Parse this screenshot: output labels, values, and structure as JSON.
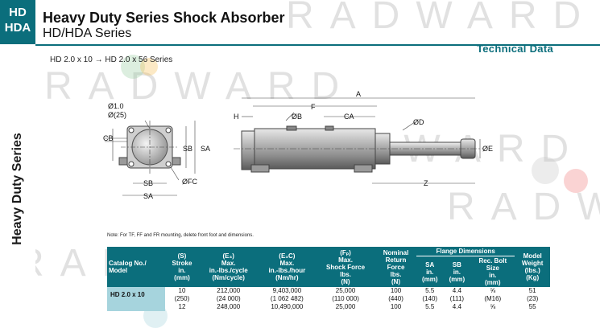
{
  "badge": {
    "line1": "HD",
    "line2": "HDA"
  },
  "header": {
    "title": "Heavy Duty Series Shock Absorber",
    "subtitle": "HD/HDA Series",
    "section": "Technical Data"
  },
  "sidebar": {
    "label": "Heavy Duty Series"
  },
  "series_range": "HD 2.0 x 10 → HD 2.0 x 56 Series",
  "watermark": "RADWARD",
  "drawing": {
    "left_labels": {
      "d1": "Ø1.0",
      "d2": "Ø(25)",
      "cb": "CB",
      "sb": "SB",
      "sa": "SA",
      "fc": "ØFC",
      "sb_bottom": "SB",
      "sa_bottom": "SA"
    },
    "right_labels": {
      "a": "A",
      "f": "F",
      "h": "H",
      "b": "ØB",
      "ca": "CA",
      "d": "ØD",
      "e": "ØE",
      "z": "Z"
    }
  },
  "note": "Note: For TF, FF and FR mounting, delete front foot and dimensions.",
  "table": {
    "group_header": "Flange Dimensions",
    "headers": {
      "model": [
        "Catalog No./",
        "Model"
      ],
      "stroke": [
        "(S)",
        "Stroke",
        "in.",
        "(mm)"
      ],
      "e3": [
        "(E₃)",
        "Max.",
        "in.-lbs./cycle",
        "(Nm/cycle)"
      ],
      "e3c": [
        "(E₃C)",
        "Max.",
        "in.-lbs./hour",
        "(Nm/hr)"
      ],
      "fp": [
        "(Fₚ)",
        "Max.",
        "Shock Force",
        "lbs.",
        "(N)"
      ],
      "nominal": [
        "Nominal",
        "Return",
        "Force",
        "lbs.",
        "(N)"
      ],
      "sa": [
        "SA",
        "in.",
        "(mm)"
      ],
      "sb": [
        "SB",
        "in.",
        "(mm)"
      ],
      "bolt": [
        "Rec. Bolt",
        "Size",
        "in.",
        "(mm)"
      ],
      "weight": [
        "Model",
        "Weight",
        "(lbs.)",
        "(Kg)"
      ]
    },
    "rows": [
      {
        "model": "HD 2.0 x 10",
        "stroke": "10",
        "stroke_mm": "(250)",
        "e3": "212,000",
        "e3_nm": "(24 000)",
        "e3c": "9,403,000",
        "e3c_nm": "(1 062 482)",
        "fp": "25,000",
        "fp_n": "(110 000)",
        "nominal": "100",
        "nominal_n": "(440)",
        "sa": "5.5",
        "sa_mm": "(140)",
        "sb": "4.4",
        "sb_mm": "(111)",
        "bolt": "⅝",
        "bolt_mm": "(M16)",
        "weight": "51",
        "weight_kg": "(23)"
      },
      {
        "model": "",
        "stroke": "12",
        "e3": "248,000",
        "e3c": "10,490,000",
        "fp": "25,000",
        "nominal": "100",
        "sa": "5.5",
        "sb": "4.4",
        "bolt": "⅝",
        "weight": "55"
      }
    ]
  }
}
